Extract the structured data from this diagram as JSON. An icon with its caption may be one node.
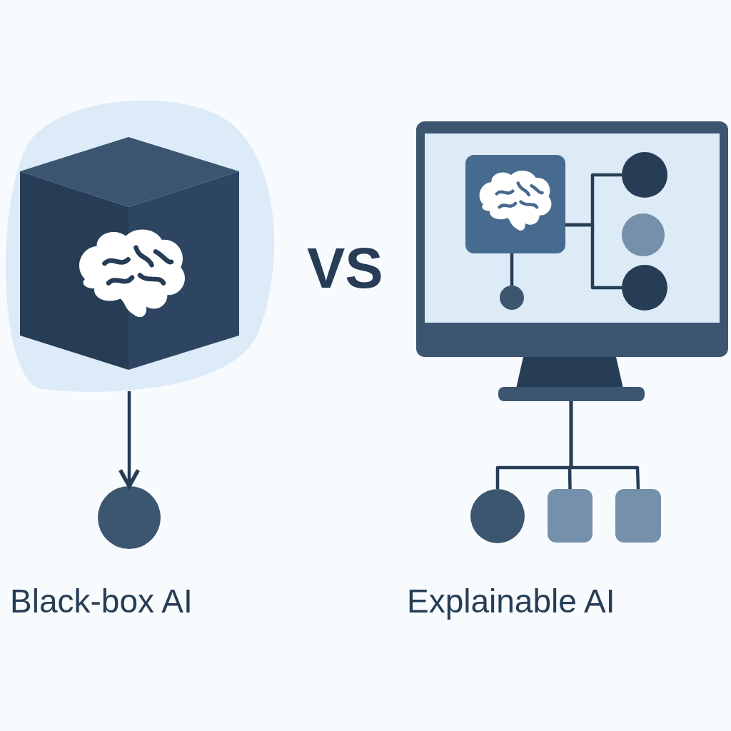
{
  "diagram": {
    "nodes": [
      {
        "text": [],
        "shape": "cube"
      },
      {
        "text": [],
        "shape": "circle"
      },
      {
        "text": [],
        "shape": "monitor"
      },
      {
        "text": [],
        "shape": "box",
        "in": 2
      },
      {
        "text": [],
        "shape": "circle",
        "in": 2
      },
      {
        "text": [],
        "shape": "circle",
        "in": 2
      },
      {
        "text": [],
        "shape": "circle",
        "in": 2
      },
      {
        "text": [],
        "shape": "circle",
        "in": 2
      },
      {
        "text": [],
        "shape": "circle"
      },
      {
        "text": [],
        "shape": "box"
      },
      {
        "text": [],
        "shape": "box"
      }
    ],
    "edges": [
      {
        "from": 0,
        "to": 1,
        "arrow": "to"
      },
      {
        "from": 3,
        "to": 4,
        "arrow": "none"
      },
      {
        "from": 3,
        "to": 6,
        "arrow": "none"
      },
      {
        "from": 3,
        "to": 7,
        "arrow": "none"
      },
      {
        "from": 2,
        "to": 8,
        "arrow": "none"
      },
      {
        "from": 2,
        "to": 9,
        "arrow": "none"
      },
      {
        "from": 2,
        "to": 10,
        "arrow": "none"
      }
    ],
    "labels": [
      "VS",
      "Black-box AI",
      "Explainable AI"
    ]
  }
}
